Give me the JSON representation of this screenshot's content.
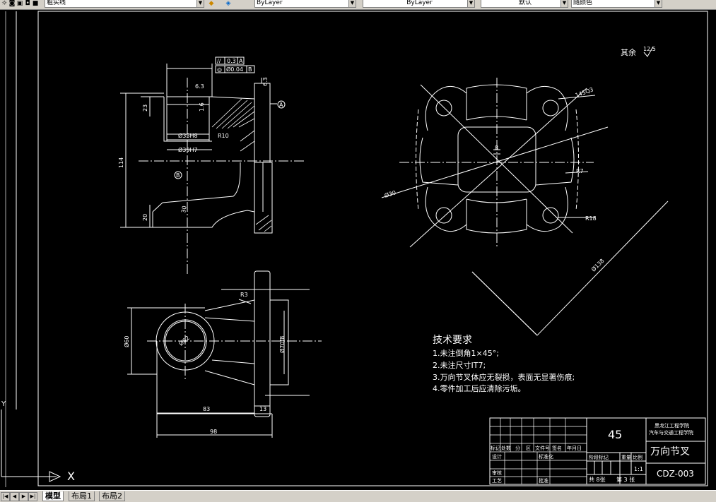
{
  "toolbar": {
    "linetype_value": "粗实线",
    "color_value": "ByLayer",
    "linetype2_value": "ByLayer",
    "lineweight_value": "默认",
    "plotstyle_value": "随颜色"
  },
  "tabs": [
    {
      "label": "模型",
      "active": true
    },
    {
      "label": "布局1",
      "active": false
    },
    {
      "label": "布局2",
      "active": false
    }
  ],
  "drawing": {
    "roughness_note": "其余",
    "roughness_value": "12.5",
    "tech": {
      "title": "技术要求",
      "items": [
        "1.未注倒角1×45°;",
        "2.未注尺寸IT7;",
        "3.万向节叉体应无裂损，表面无显著伤痕;",
        "4.零件加工后应清除污垢。"
      ]
    },
    "front_view": {
      "tol1_sym": "//",
      "tol1_val": "0.3",
      "tol1_ref": "A",
      "tol2_sym": "◎",
      "tol2_val": "Ø0.04",
      "tol2_ref": "B",
      "dim_63": "6.3",
      "dim_16": "1.6",
      "dim_63b": "6.3",
      "dim_23": "23",
      "dim_114": "114",
      "dim_20": "20",
      "dim_30": "30",
      "dim_d35": "Ø35H8",
      "dim_d39": "Ø39H7",
      "dim_r10": "R10",
      "label_a": "A",
      "label_b": "B"
    },
    "top_view": {
      "dim_r3": "R3",
      "dim_d60": "Ø60",
      "dim_d62": "Ø62",
      "dim_d70": "Ø70f8",
      "dim_83": "83",
      "dim_13": "13",
      "dim_98": "98"
    },
    "side_view": {
      "dim_45": "145Q3",
      "dim_8": "8",
      "dim_r7": "R7",
      "dim_d30": "Ø30",
      "dim_r18": "R18",
      "dim_d138": "Ø138"
    },
    "title_block": {
      "material": "45",
      "school1": "黑龙江工程学院",
      "school2": "汽车与交通工程学院",
      "part_name": "万向节叉",
      "drawing_no": "CDZ-003",
      "scale": "1:1",
      "sheets_total": "共 8张",
      "sheet_no": "第 3 张",
      "hdr": [
        "标记",
        "处数",
        "分",
        "区",
        "文件号",
        "签名",
        "年月日"
      ],
      "design": "设计",
      "std": "标准化",
      "review": "审核",
      "process": "工艺",
      "approve": "批准",
      "stage": "阶段标记",
      "weight": "重量",
      "ratio": "比例"
    },
    "ucs_x": "X",
    "ucs_y": "Y"
  }
}
